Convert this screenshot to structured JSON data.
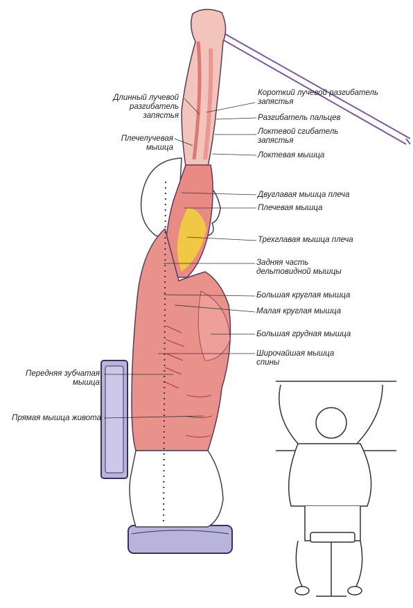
{
  "colors": {
    "muscle": "#e06a6a",
    "muscle_light": "#f2a7a0",
    "highlight": "#f2d23a",
    "outline": "#5a3a5a",
    "bar": "#7a5a9a",
    "pad": "#b9b4dc",
    "line": "#333333"
  },
  "labels": {
    "long_radial_extensor": [
      "Длинный лучевой",
      "разгибатель",
      "запястья"
    ],
    "short_radial_extensor": [
      "Короткий лучевой разгибатель",
      "запястья"
    ],
    "finger_extensor": [
      "Разгибатель пальцев"
    ],
    "ulnar_flexor": [
      "Локтевой сгибатель",
      "запястья"
    ],
    "brachioradialis": [
      "Плечелучевая",
      "мышца"
    ],
    "anconeus": [
      "Локтевая мышца"
    ],
    "biceps": [
      "Двуглавая мышца плеча"
    ],
    "brachialis": [
      "Плечевая мышца"
    ],
    "triceps": [
      "Трехглавая мышца плеча"
    ],
    "posterior_deltoid": [
      "Задняя часть",
      "дельтовидной мышцы"
    ],
    "teres_major": [
      "Большая круглая мышца"
    ],
    "teres_minor": [
      "Малая круглая мышца"
    ],
    "pectoralis_major": [
      "Большая грудная мышца"
    ],
    "latissimus": [
      "Широчайшая мышца",
      "спины"
    ],
    "serratus_anterior": [
      "Передняя зубчатая",
      "мышца"
    ],
    "rectus_abdominis": [
      "Прямая мышца живота"
    ]
  }
}
